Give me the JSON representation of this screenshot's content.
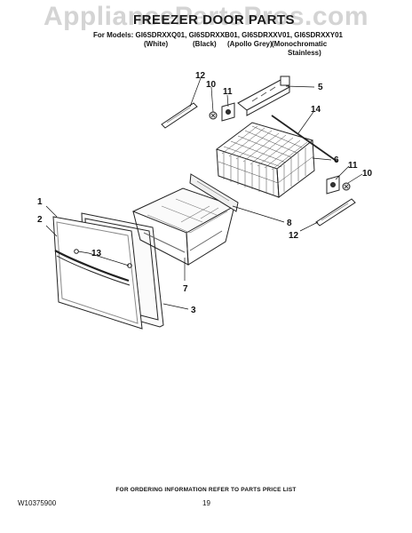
{
  "watermark": "AppliancePartsPros.com",
  "header": {
    "title": "FREEZER DOOR PARTS",
    "models_line": "For Models: GI6SDRXXQ01, GI6SDRXXB01, GI6SDRXXV01, GI6SDRXXY01",
    "variants": [
      "(White)",
      "(Black)",
      "(Apollo Grey)",
      "(Monochromatic",
      "Stainless)"
    ]
  },
  "callouts": {
    "c1": "1",
    "c2": "2",
    "c13": "13",
    "c3": "3",
    "c7": "7",
    "c8": "8",
    "c12a": "12",
    "c10a": "10",
    "c11a": "11",
    "c5": "5",
    "c14": "14",
    "c6": "6",
    "c11b": "11",
    "c10b": "10",
    "c12b": "12"
  },
  "footer": {
    "ordering_note": "FOR ORDERING INFORMATION REFER TO PARTS PRICE LIST",
    "doc_number": "W10375900",
    "page_number": "19"
  }
}
